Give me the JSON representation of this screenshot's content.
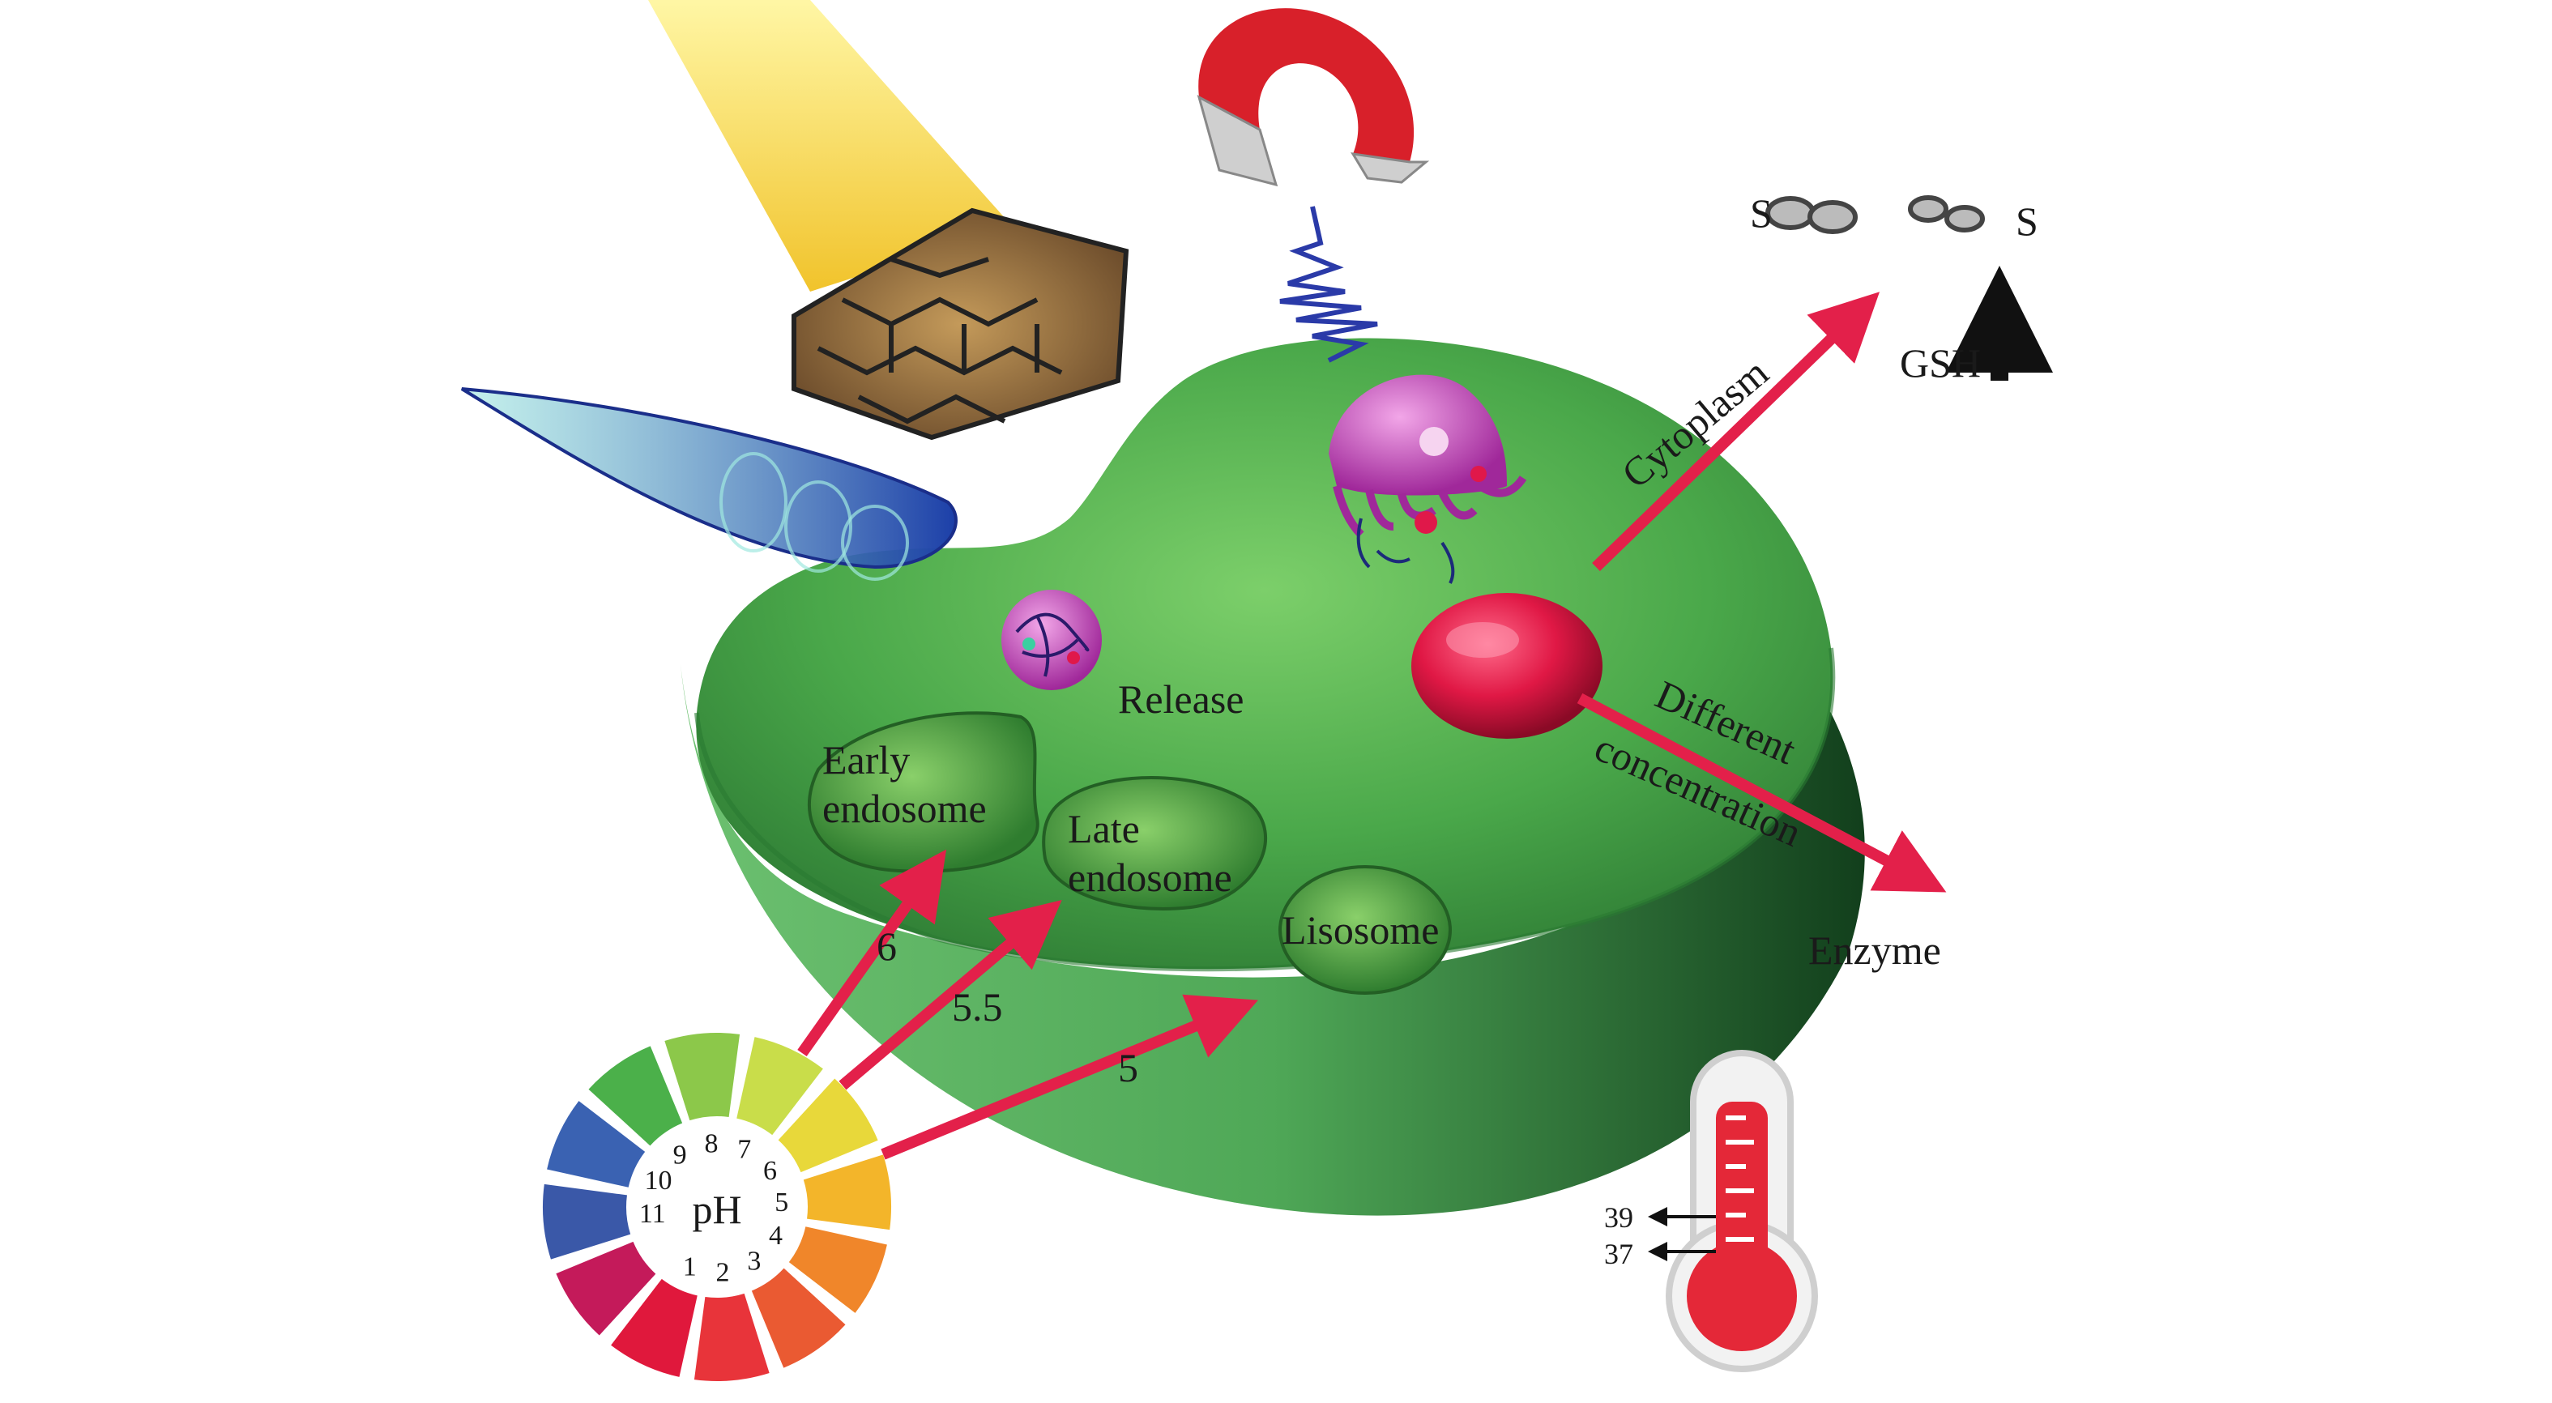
{
  "labels": {
    "release": "Release",
    "early_endosome_1": "Early",
    "early_endosome_2": "endosome",
    "late_endosome_1": "Late",
    "late_endosome_2": "endosome",
    "lisosome": "Lisosome",
    "cytoplasm": "Cytoplasm",
    "different": "Different",
    "concentration": "concentration",
    "enzyme": "Enzyme",
    "gsh": "GSH",
    "s_left": "S",
    "s_right": "S",
    "ph": "pH",
    "ph6": "6",
    "ph55": "5.5",
    "ph5": "5",
    "temp39": "39",
    "temp37": "37"
  },
  "ph_wheel": {
    "numbers": [
      "1",
      "2",
      "3",
      "4",
      "5",
      "6",
      "7",
      "8",
      "9",
      "10",
      "11"
    ],
    "colors": [
      "#e0183c",
      "#e8343a",
      "#ea5a32",
      "#f0862a",
      "#f3b52a",
      "#e8d83a",
      "#c9dd4a",
      "#8cc84a",
      "#4bb04a",
      "#3a62b2",
      "#3a58a8",
      "#c41a5a"
    ]
  },
  "colors": {
    "cell": "#4aa84a",
    "cell_dark": "#1f6a2a",
    "arrow": "#e3204a",
    "nucleus": "#e01845",
    "magnet": "#d8202a",
    "thermo": "#e42838"
  }
}
